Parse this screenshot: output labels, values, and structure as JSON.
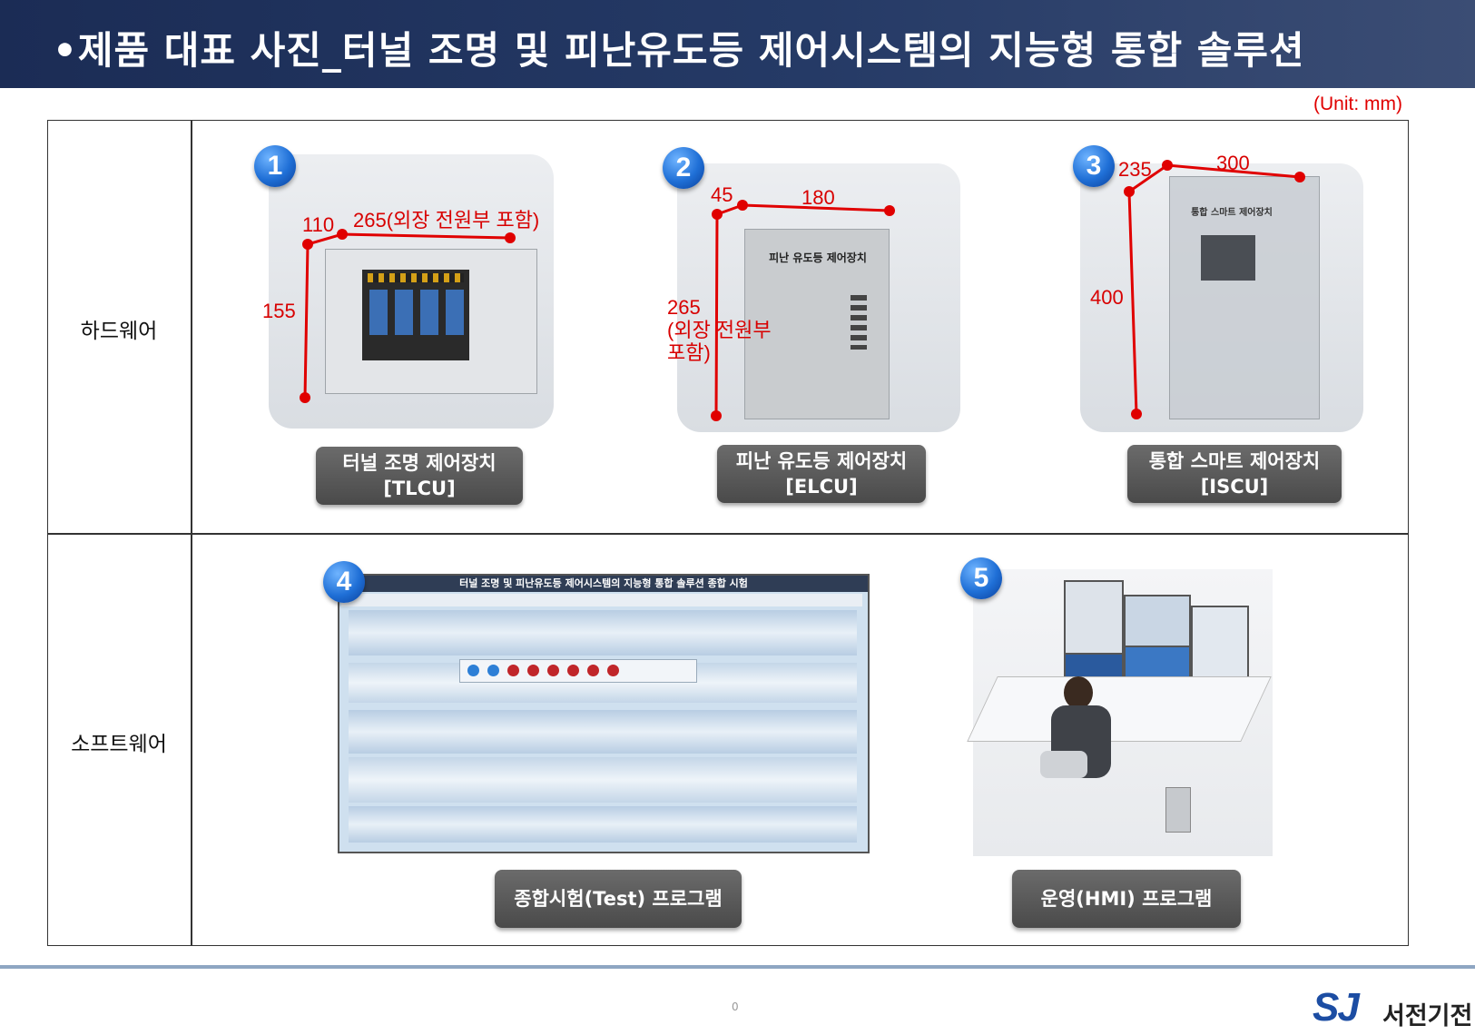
{
  "header": {
    "title": "•제품 대표 사진_터널 조명 및 피난유도등 제어시스템의 지능형 통합 솔루션"
  },
  "unit_note": "(Unit: mm)",
  "rows": {
    "hardware": "하드웨어",
    "software": "소프트웨어"
  },
  "products": [
    {
      "badge": "1",
      "caption_line1": "터널 조명 제어장치",
      "caption_line2": "[TLCU]",
      "dim_a": "110",
      "dim_b": "265(외장 전원부 포함)",
      "dim_c": "155"
    },
    {
      "badge": "2",
      "caption_line1": "피난 유도등 제어장치",
      "caption_line2": "[ELCU]",
      "dim_a": "45",
      "dim_b": "180",
      "dim_c1": "265",
      "dim_c2": "(외장 전원부",
      "dim_c3": "포함)",
      "device_label": "피난 유도등 제어장치"
    },
    {
      "badge": "3",
      "caption_line1": "통합 스마트 제어장치",
      "caption_line2": "[ISCU]",
      "dim_a": "235",
      "dim_b": "300",
      "dim_c": "400",
      "device_label": "통합 스마트 제어장치"
    }
  ],
  "software": [
    {
      "badge": "4",
      "caption": "종합시험(Test) 프로그램",
      "screen_title": "터널 조명 및 피난유도등 제어시스템의 지능형 통합 솔루션 종합 시험"
    },
    {
      "badge": "5",
      "caption": "운영(HMI) 프로그램"
    }
  ],
  "footer": {
    "page_number": "0",
    "logo_mark": "SJ",
    "company": "서전기전"
  },
  "colors": {
    "title_bg": "#1b2c55",
    "dimension_red": "#d80000",
    "badge_blue": "#1f6fd6",
    "caption_bg": "#555555"
  }
}
